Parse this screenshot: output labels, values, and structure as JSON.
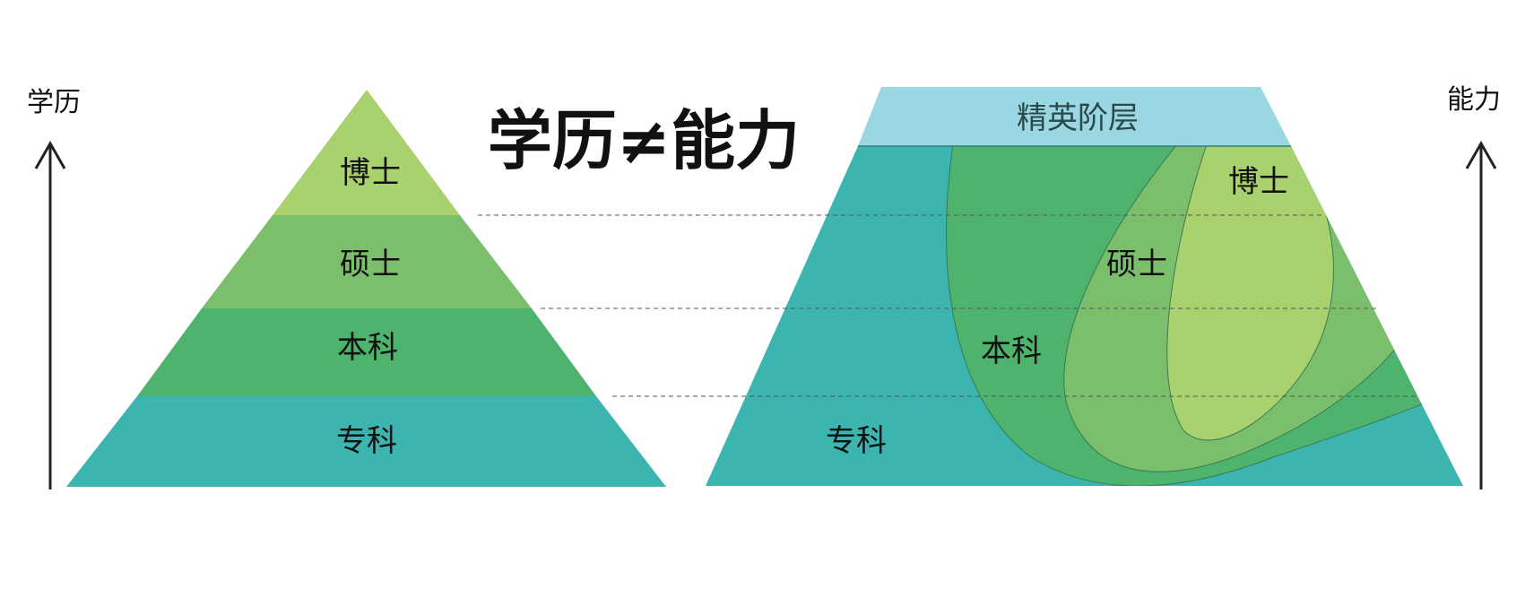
{
  "title": "学历≠能力",
  "left_axis_label": "学历",
  "right_axis_label": "能力",
  "education_pyramid": {
    "levels": [
      {
        "label": "博士",
        "color": "#a9d26f"
      },
      {
        "label": "硕士",
        "color": "#7bbf6c"
      },
      {
        "label": "本科",
        "color": "#4db36d"
      },
      {
        "label": "专科",
        "color": "#3cb5b0"
      }
    ]
  },
  "ability_trapezoid": {
    "elite_label": "精英阶层",
    "regions": [
      {
        "label": "专科",
        "color": "#3cb5b0"
      },
      {
        "label": "本科",
        "color": "#4db36d"
      },
      {
        "label": "硕士",
        "color": "#7bbf6c"
      },
      {
        "label": "博士",
        "color": "#a9d26f"
      }
    ],
    "elite_color": "#7fcadb"
  }
}
